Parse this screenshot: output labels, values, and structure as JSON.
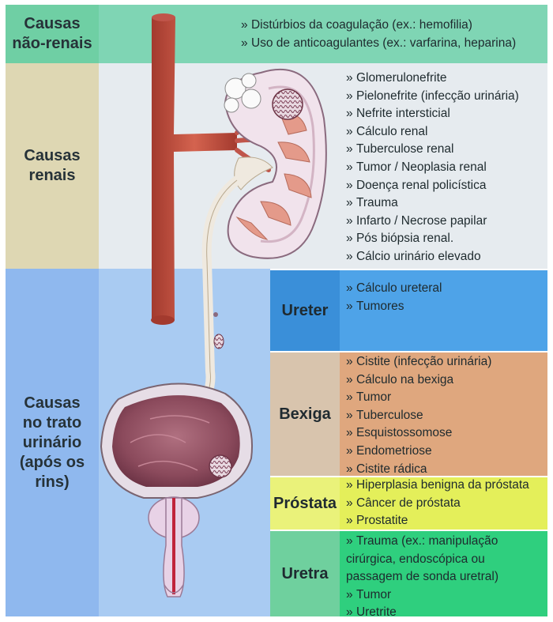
{
  "categories": {
    "nonrenal": {
      "label": [
        "Causas",
        "não-renais"
      ],
      "color": "#7fd5b4",
      "items": [
        "Distúrbios da coagulação (ex.: hemofilia)",
        "Uso de anticoagulantes (ex.: varfarina, heparina)"
      ]
    },
    "renal": {
      "label": [
        "Causas",
        "renais"
      ],
      "color": "#ded7b3",
      "items": [
        "Glomerulonefrite",
        "Pielonefrite (infecção urinária)",
        "Nefrite intersticial",
        "Cálculo renal",
        "Tuberculose renal",
        "Tumor / Neoplasia renal",
        "Doença renal policística",
        "Trauma",
        "Infarto / Necrose papilar",
        "Pós biópsia renal.",
        "Cálcio urinário elevado"
      ]
    },
    "urinary": {
      "label": [
        "Causas",
        "no trato",
        "urinário",
        "(após os",
        "rins)"
      ],
      "color": "#8fb8ee",
      "sections": [
        {
          "name": "Ureter",
          "color": "#4ea3e8",
          "items": [
            "Cálculo ureteral",
            "Tumores"
          ]
        },
        {
          "name": "Bexiga",
          "color": "#dfa77e",
          "items": [
            "Cistite (infecção urinária)",
            "Cálculo na bexiga",
            "Tumor",
            "Tuberculose",
            "Esquistossomose",
            "Endometriose",
            "Cistite rádica"
          ]
        },
        {
          "name": "Próstata",
          "color": "#e4ef5a",
          "items": [
            "Hiperplasia benigna da próstata",
            "Câncer de próstata",
            "Prostatite"
          ]
        },
        {
          "name": "Uretra",
          "color": "#2fcf7e",
          "items": [
            "Trauma (ex.: manipulação",
            "cirúrgica, endoscópica ou",
            "passagem de sonda uretral)",
            "Tumor",
            "Uretrite"
          ]
        }
      ]
    }
  }
}
